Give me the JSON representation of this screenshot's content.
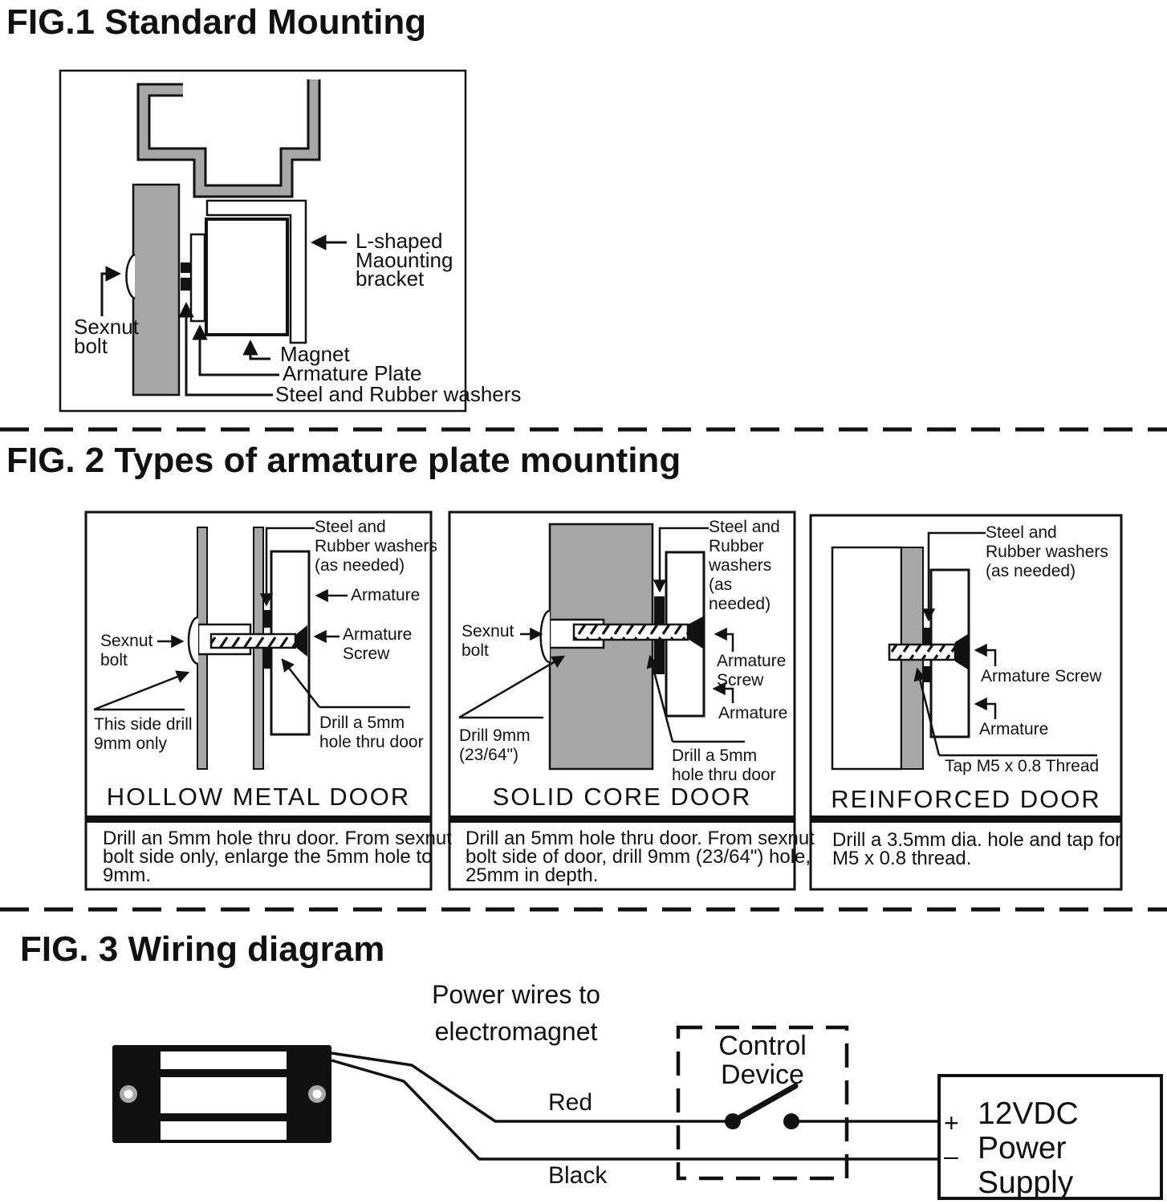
{
  "colors": {
    "line": "#111111",
    "gray": "#a7a7a7",
    "white": "#ffffff"
  },
  "fig1": {
    "title": "FIG.1 Standard Mounting",
    "labels": {
      "bracket": "L-shaped\nMaounting\nbracket",
      "sexnut_bolt": "Sexnut\nbolt",
      "magnet": "Magnet",
      "armature_plate": "Armature Plate",
      "washers": "Steel and Rubber washers"
    }
  },
  "fig2": {
    "title": "FIG. 2 Types of armature plate mounting",
    "panels": [
      {
        "title": "HOLLOW METAL DOOR",
        "caption": "Drill an 5mm hole thru door.  From sexnut\nbolt side only, enlarge the 5mm hole to\n9mm.",
        "labels": {
          "washers": "Steel and\nRubber washers\n(as needed)",
          "armature": "Armature",
          "sexnut_bolt": "Sexnut\nbolt",
          "armature_screw": "Armature\nScrew",
          "note_side": "This side drill\n9mm only",
          "note_hole": "Drill a 5mm\nhole thru door"
        }
      },
      {
        "title": "SOLID CORE DOOR",
        "caption": "Drill an 5mm hole thru door.  From sexnut\nbolt side of door, drill 9mm (23/64\") hole,\n25mm in depth.",
        "labels": {
          "washers": "Steel and\nRubber\nwashers\n(as\nneeded)",
          "sexnut_bolt": "Sexnut\nbolt",
          "armature_screw": "Armature\nScrew",
          "armature": "Armature",
          "note_drill9": "Drill 9mm\n(23/64\")",
          "note_hole": "Drill a 5mm\nhole thru door"
        }
      },
      {
        "title": "REINFORCED DOOR",
        "caption": "Drill a 3.5mm dia. hole and tap for\nM5 x 0.8 thread.",
        "labels": {
          "washers": "Steel and\nRubber washers\n(as needed)",
          "armature_screw": "Armature Screw",
          "armature": "Armature",
          "note_tap": "Tap M5 x 0.8 Thread"
        }
      }
    ]
  },
  "fig3": {
    "title": "FIG. 3 Wiring diagram",
    "labels": {
      "power_wires": "Power wires to\nelectromagnet",
      "red": "Red",
      "black": "Black",
      "control_device": "Control\nDevice",
      "plus": "+",
      "minus": "–",
      "power_supply": "12VDC\nPower\nSupply"
    }
  }
}
